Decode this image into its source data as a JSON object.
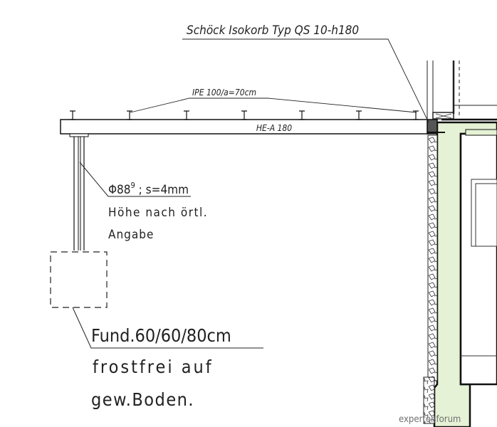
{
  "labels": {
    "connector": "Schöck Isokorb Typ QS 10-h180",
    "joists": "IPE 100/a=70cm",
    "main_beam": "HE-A 180",
    "column_main": "Φ88",
    "column_sup": "9",
    "column_rest": " ; s=4mm",
    "column_note_1": "Höhe nach örtl.",
    "column_note_2": "Angabe",
    "foundation_1": "Fund.60/60/80cm",
    "foundation_2": "frostfrei auf",
    "foundation_3": "gew.Boden.",
    "watermark": "expertenforum"
  },
  "colors": {
    "line": "#1a1a1a",
    "wall_fill": "#e5f2d5"
  }
}
